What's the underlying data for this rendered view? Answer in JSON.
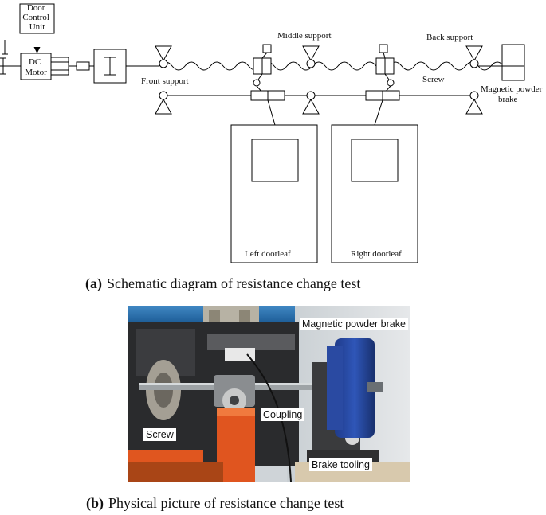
{
  "schematic": {
    "door_control_unit": "Door Control Unit",
    "dc_motor": "DC Motor",
    "front_support": "Front support",
    "middle_support": "Middle support",
    "back_support": "Back support",
    "screw": "Screw",
    "magnetic_powder_brake": "Magnetic powder brake",
    "left_doorleaf": "Left doorleaf",
    "right_doorleaf": "Right doorleaf"
  },
  "captions": {
    "a_tag": "(a)",
    "a_text": "Schematic diagram of resistance change test",
    "b_tag": "(b)",
    "b_text": "Physical picture of resistance change test"
  },
  "photo": {
    "magnetic_powder_brake": "Magnetic powder brake",
    "coupling": "Coupling",
    "screw": "Screw",
    "brake_tooling": "Brake tooling"
  }
}
